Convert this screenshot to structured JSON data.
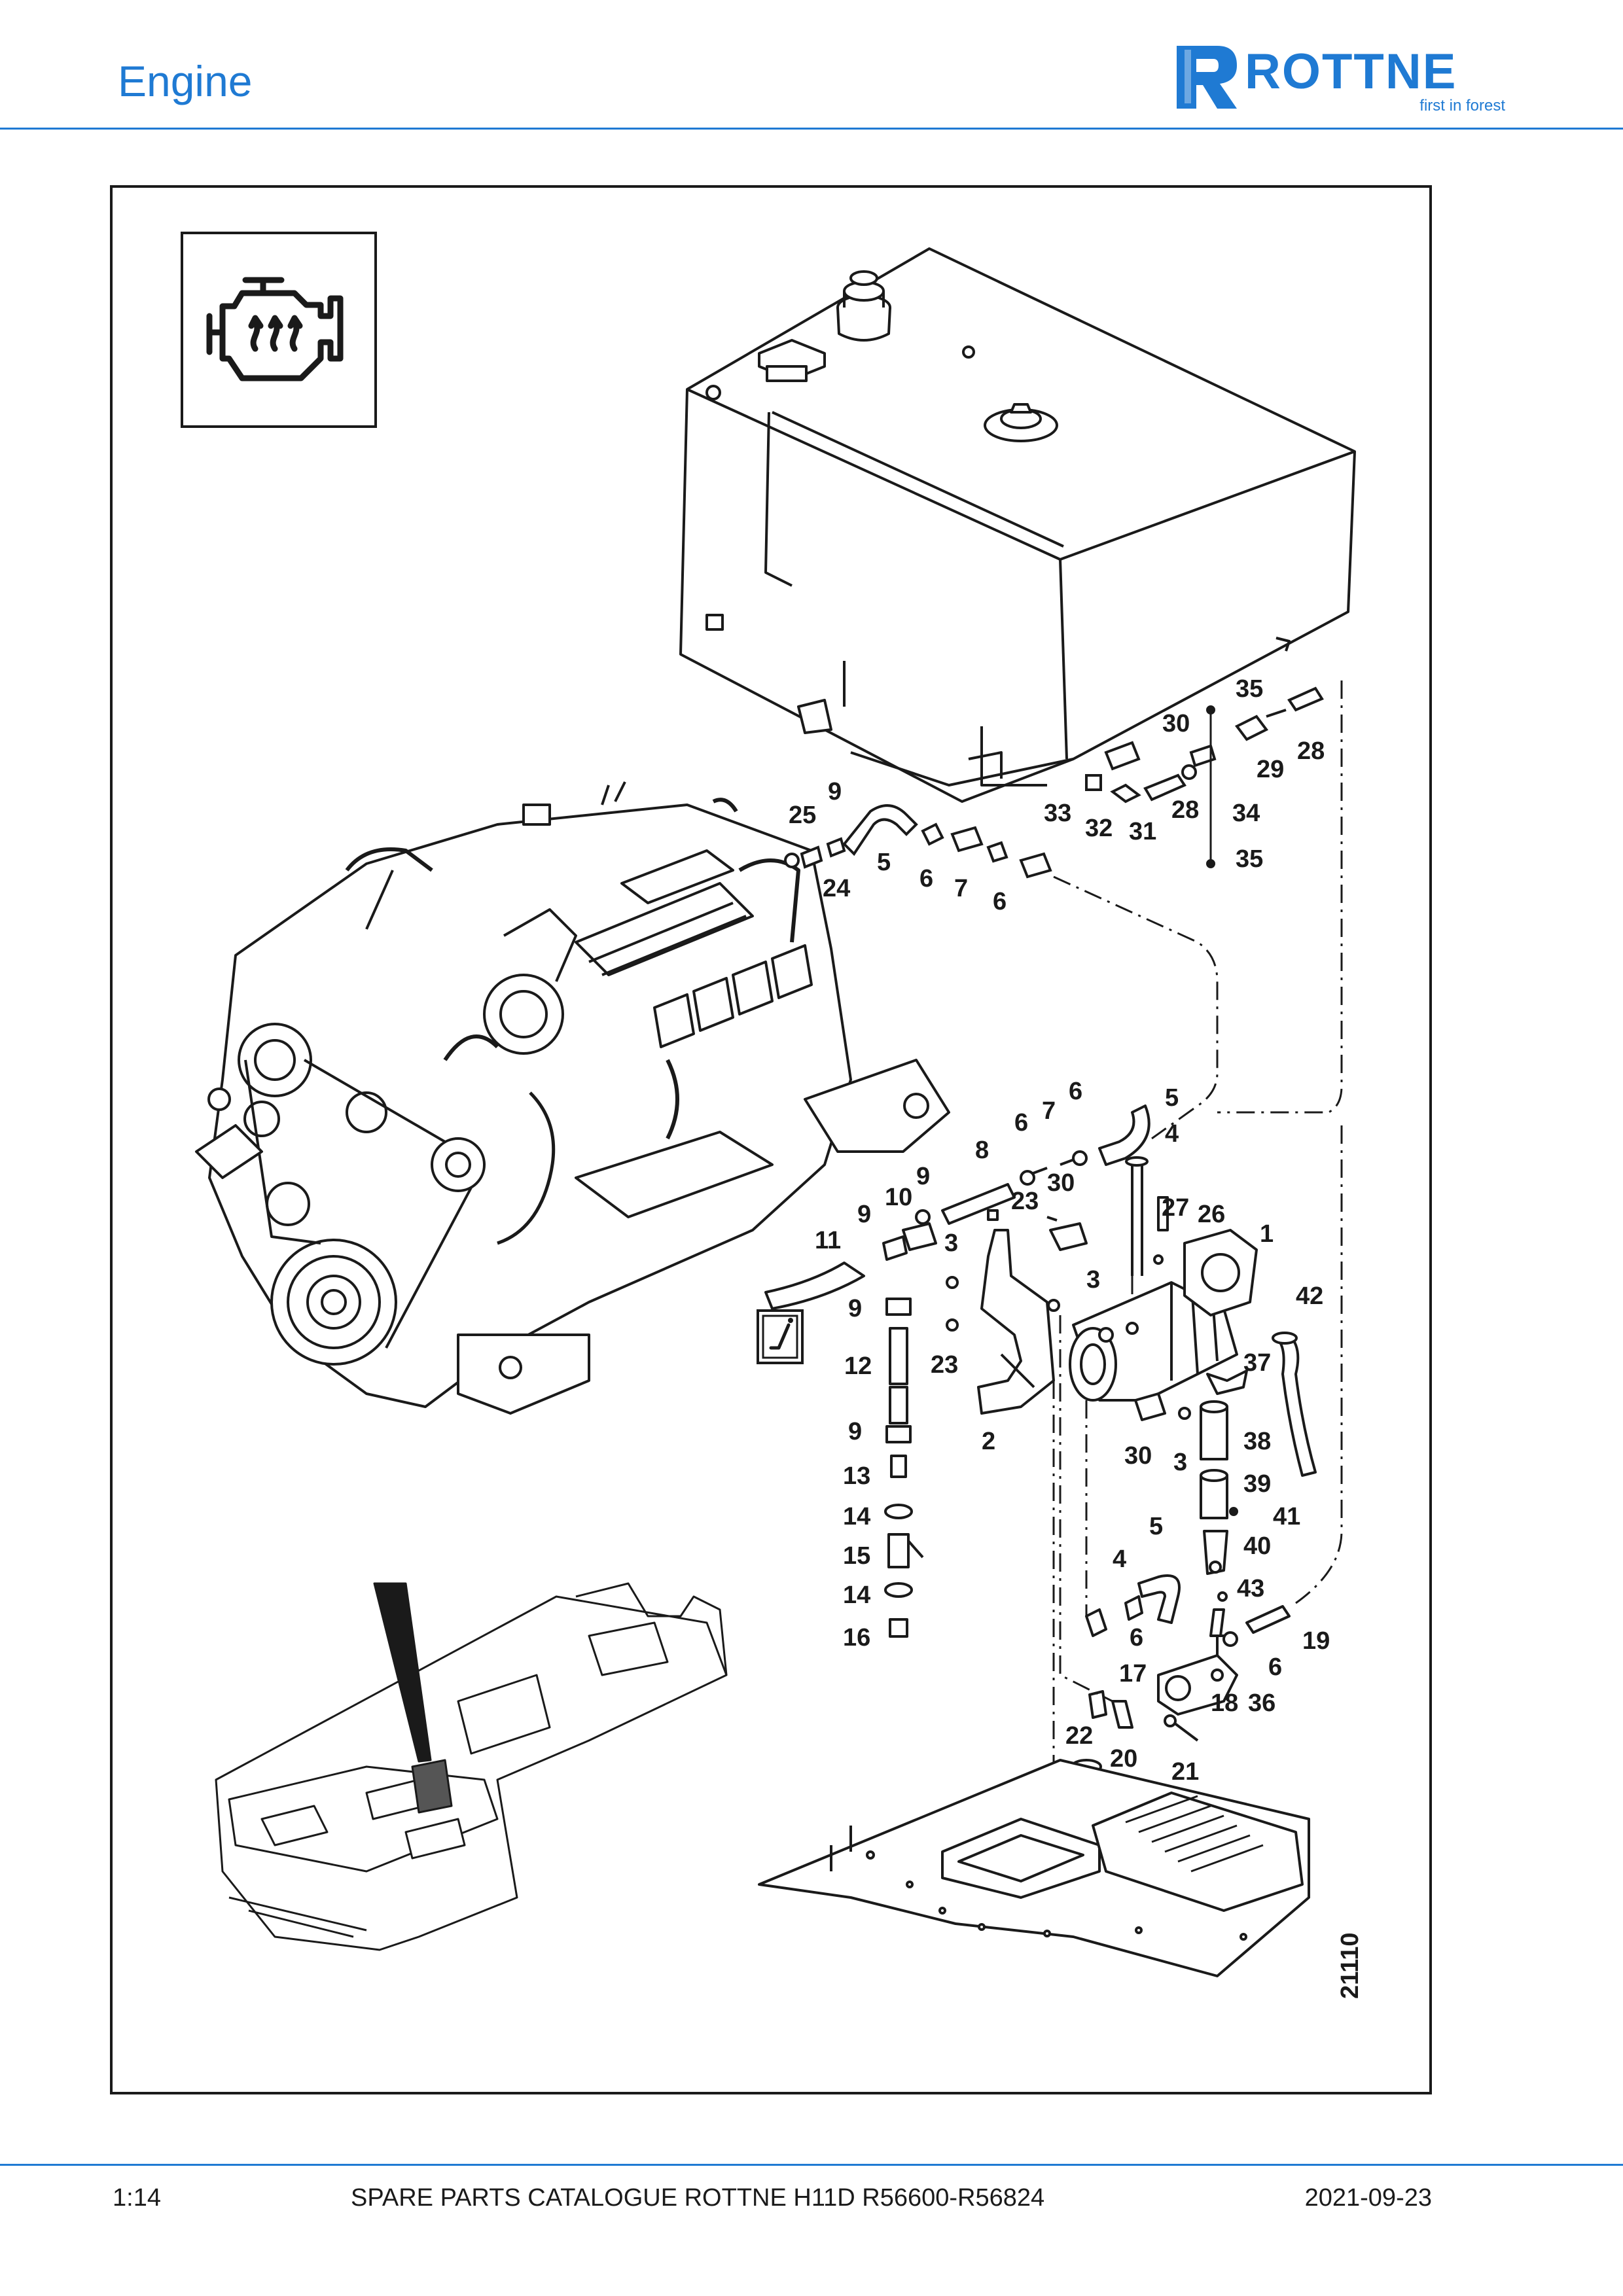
{
  "header": {
    "title": "Engine",
    "brand": "ROTTNE",
    "tagline": "first in forest"
  },
  "figure": {
    "number": "21110",
    "info_symbol": "i",
    "callouts": [
      {
        "id": "c25",
        "label": "25"
      },
      {
        "id": "c9a",
        "label": "9"
      },
      {
        "id": "c24",
        "label": "24"
      },
      {
        "id": "c5a",
        "label": "5"
      },
      {
        "id": "c6a",
        "label": "6"
      },
      {
        "id": "c7a",
        "label": "7"
      },
      {
        "id": "c6b",
        "label": "6"
      },
      {
        "id": "c35a",
        "label": "35"
      },
      {
        "id": "c30a",
        "label": "30"
      },
      {
        "id": "c29",
        "label": "29"
      },
      {
        "id": "c28a",
        "label": "28"
      },
      {
        "id": "c33",
        "label": "33"
      },
      {
        "id": "c32",
        "label": "32"
      },
      {
        "id": "c31",
        "label": "31"
      },
      {
        "id": "c28b",
        "label": "28"
      },
      {
        "id": "c34",
        "label": "34"
      },
      {
        "id": "c35b",
        "label": "35"
      },
      {
        "id": "c6c",
        "label": "6"
      },
      {
        "id": "c5b",
        "label": "5"
      },
      {
        "id": "c7b",
        "label": "7"
      },
      {
        "id": "c6d",
        "label": "6"
      },
      {
        "id": "c4a",
        "label": "4"
      },
      {
        "id": "c8",
        "label": "8"
      },
      {
        "id": "c9b",
        "label": "9"
      },
      {
        "id": "c10",
        "label": "10"
      },
      {
        "id": "c30b",
        "label": "30"
      },
      {
        "id": "c9c",
        "label": "9"
      },
      {
        "id": "c23a",
        "label": "23"
      },
      {
        "id": "c27",
        "label": "27"
      },
      {
        "id": "c26",
        "label": "26"
      },
      {
        "id": "c1",
        "label": "1"
      },
      {
        "id": "c11",
        "label": "11"
      },
      {
        "id": "c3a",
        "label": "3"
      },
      {
        "id": "c3b",
        "label": "3"
      },
      {
        "id": "c42",
        "label": "42"
      },
      {
        "id": "c9d",
        "label": "9"
      },
      {
        "id": "c12",
        "label": "12"
      },
      {
        "id": "c23b",
        "label": "23"
      },
      {
        "id": "c37",
        "label": "37"
      },
      {
        "id": "c9e",
        "label": "9"
      },
      {
        "id": "c2",
        "label": "2"
      },
      {
        "id": "c38",
        "label": "38"
      },
      {
        "id": "c30c",
        "label": "30"
      },
      {
        "id": "c3c",
        "label": "3"
      },
      {
        "id": "c13",
        "label": "13"
      },
      {
        "id": "c39",
        "label": "39"
      },
      {
        "id": "c14a",
        "label": "14"
      },
      {
        "id": "c41",
        "label": "41"
      },
      {
        "id": "c5c",
        "label": "5"
      },
      {
        "id": "c15",
        "label": "15"
      },
      {
        "id": "c40",
        "label": "40"
      },
      {
        "id": "c4b",
        "label": "4"
      },
      {
        "id": "c43",
        "label": "43"
      },
      {
        "id": "c14b",
        "label": "14"
      },
      {
        "id": "c16",
        "label": "16"
      },
      {
        "id": "c6e",
        "label": "6"
      },
      {
        "id": "c19",
        "label": "19"
      },
      {
        "id": "c17",
        "label": "17"
      },
      {
        "id": "c6f",
        "label": "6"
      },
      {
        "id": "c18",
        "label": "18"
      },
      {
        "id": "c36",
        "label": "36"
      },
      {
        "id": "c22",
        "label": "22"
      },
      {
        "id": "c20",
        "label": "20"
      },
      {
        "id": "c21",
        "label": "21"
      }
    ]
  },
  "footer": {
    "page": "1:14",
    "catalogue": "SPARE PARTS CATALOGUE ROTTNE H11D R56600-R56824",
    "date": "2021-09-23"
  },
  "colors": {
    "accent": "#1f7ad3",
    "line": "#1a1a1a"
  }
}
